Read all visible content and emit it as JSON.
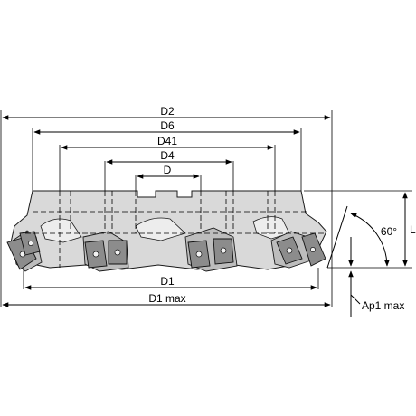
{
  "dimensions": {
    "d2": "D2",
    "d6": "D6",
    "d41": "D41",
    "d4": "D4",
    "d": "D",
    "d1": "D1",
    "d1max": "D1 max",
    "length": "L",
    "angle": "60°",
    "ap1max": "Ap1 max"
  }
}
